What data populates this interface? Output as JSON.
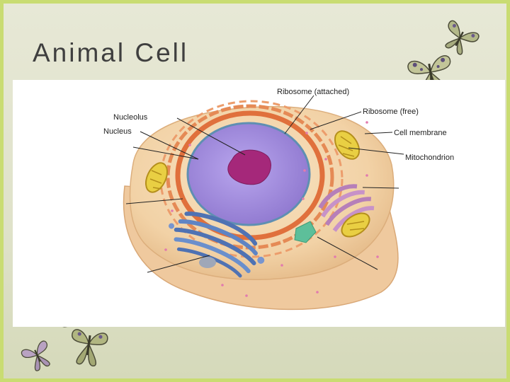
{
  "slide": {
    "title": "Animal Cell"
  },
  "diagram": {
    "labels": {
      "nucleolus": "Nucleolus",
      "nucleus": "Nucleus",
      "ribosome_attached": "Ribosome (attached)",
      "ribosome_free": "Ribosome (free)",
      "cell_membrane": "Cell membrane",
      "mitochondrion": "Mitochondrion"
    }
  },
  "decorations": {
    "icons": [
      "butterfly-icon"
    ]
  },
  "colors": {
    "border": "#c9dc72",
    "background": "#e3e5cf",
    "cytoplasm": "#f4d7ae",
    "nucleus": "#9e88d9",
    "nucleolus": "#a5287a",
    "golgi": "#5f84c4",
    "mitochondrion": "#e9cf43",
    "er": "#df6a35"
  }
}
